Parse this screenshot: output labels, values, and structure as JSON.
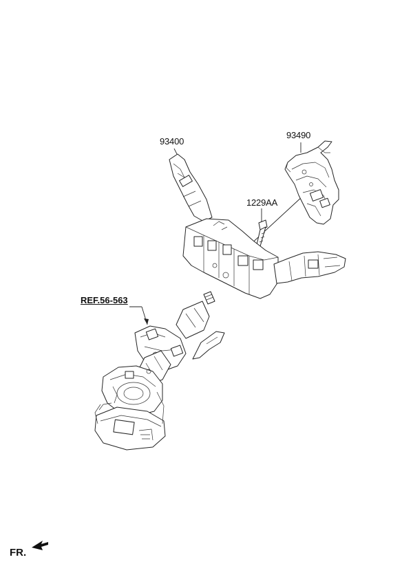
{
  "diagram": {
    "labels": [
      {
        "id": "switch-assembly",
        "text": "93400"
      },
      {
        "id": "clock-spring",
        "text": "93490"
      },
      {
        "id": "screw",
        "text": "1229AA"
      }
    ],
    "reference": "REF.56-563",
    "orientation": {
      "text": "FR.",
      "icon": "arrow-icon"
    }
  }
}
